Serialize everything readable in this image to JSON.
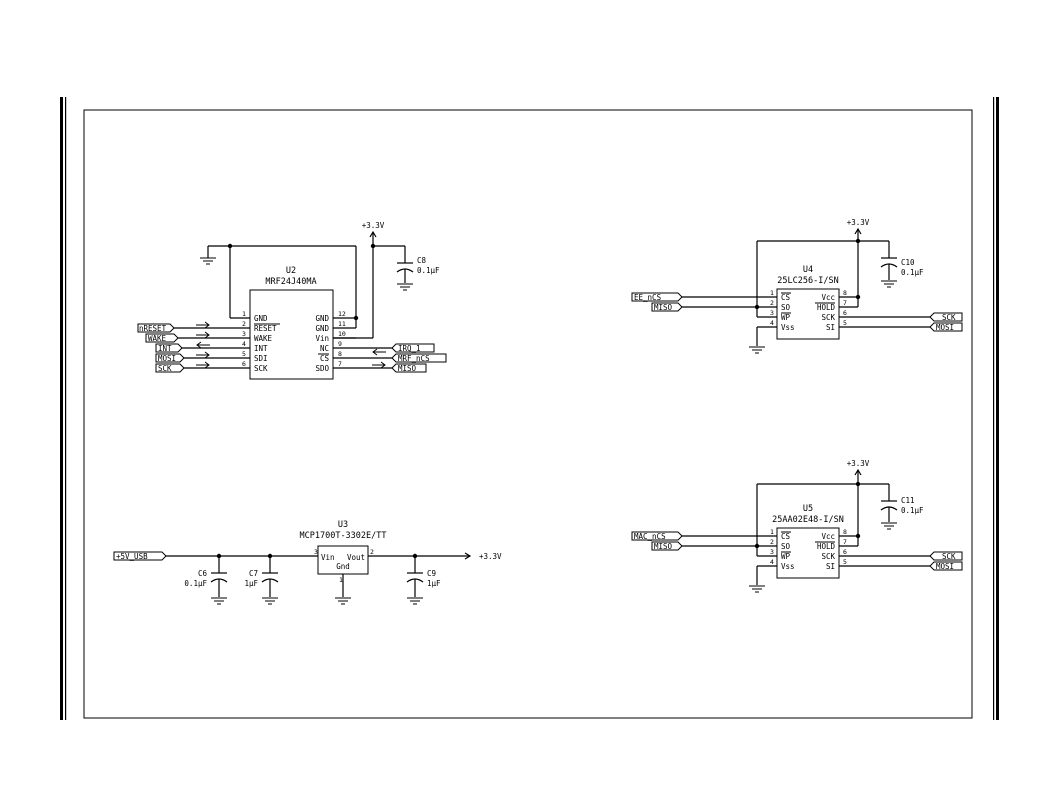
{
  "power": {
    "v33": "+3.3V"
  },
  "u2": {
    "ref": "U2",
    "part": "MRF24J40MA",
    "left_pins": [
      {
        "num": "1",
        "name": "GND"
      },
      {
        "num": "2",
        "name": "RESET"
      },
      {
        "num": "3",
        "name": "WAKE"
      },
      {
        "num": "4",
        "name": "INT"
      },
      {
        "num": "5",
        "name": "SDI"
      },
      {
        "num": "6",
        "name": "SCK"
      }
    ],
    "right_pins": [
      {
        "num": "12",
        "name": "GND"
      },
      {
        "num": "11",
        "name": "GND"
      },
      {
        "num": "10",
        "name": "Vin"
      },
      {
        "num": "9",
        "name": "NC"
      },
      {
        "num": "8",
        "name": "CS"
      },
      {
        "num": "7",
        "name": "SDO"
      }
    ],
    "left_nets": [
      "nRESET",
      "WAKE",
      "INT",
      "MOSI",
      "SCK"
    ],
    "right_nets": [
      "IRQ_1",
      "MRF_nCS",
      "MISO"
    ]
  },
  "c8": {
    "ref": "C8",
    "value": "0.1µF"
  },
  "u4": {
    "ref": "U4",
    "part": "25LC256-I/SN",
    "left_pins": [
      {
        "num": "1",
        "name": "CS"
      },
      {
        "num": "2",
        "name": "SO"
      },
      {
        "num": "3",
        "name": "WP"
      },
      {
        "num": "4",
        "name": "Vss"
      }
    ],
    "right_pins": [
      {
        "num": "8",
        "name": "Vcc"
      },
      {
        "num": "7",
        "name": "HOLD"
      },
      {
        "num": "6",
        "name": "SCK"
      },
      {
        "num": "5",
        "name": "SI"
      }
    ],
    "left_nets": [
      "EE_nCS",
      "MISO"
    ],
    "right_nets": [
      "SCK",
      "MOSI"
    ]
  },
  "c10": {
    "ref": "C10",
    "value": "0.1µF"
  },
  "u5": {
    "ref": "U5",
    "part": "25AA02E48-I/SN",
    "left_pins": [
      {
        "num": "1",
        "name": "CS"
      },
      {
        "num": "2",
        "name": "SO"
      },
      {
        "num": "3",
        "name": "WP"
      },
      {
        "num": "4",
        "name": "Vss"
      }
    ],
    "right_pins": [
      {
        "num": "8",
        "name": "Vcc"
      },
      {
        "num": "7",
        "name": "HOLD"
      },
      {
        "num": "6",
        "name": "SCK"
      },
      {
        "num": "5",
        "name": "SI"
      }
    ],
    "left_nets": [
      "MAC_nCS",
      "MISO"
    ],
    "right_nets": [
      "SCK",
      "MOSI"
    ]
  },
  "c11": {
    "ref": "C11",
    "value": "0.1µF"
  },
  "u3": {
    "ref": "U3",
    "part": "MCP1700T-3302E/TT",
    "pins": [
      {
        "num": "3",
        "name": "Vin"
      },
      {
        "num": "2",
        "name": "Vout"
      },
      {
        "num": "1",
        "name": "Gnd"
      }
    ],
    "input_net": "+5V_USB"
  },
  "c6": {
    "ref": "C6",
    "value": "0.1µF"
  },
  "c7": {
    "ref": "C7",
    "value": "1µF"
  },
  "c9": {
    "ref": "C9",
    "value": "1µF"
  }
}
